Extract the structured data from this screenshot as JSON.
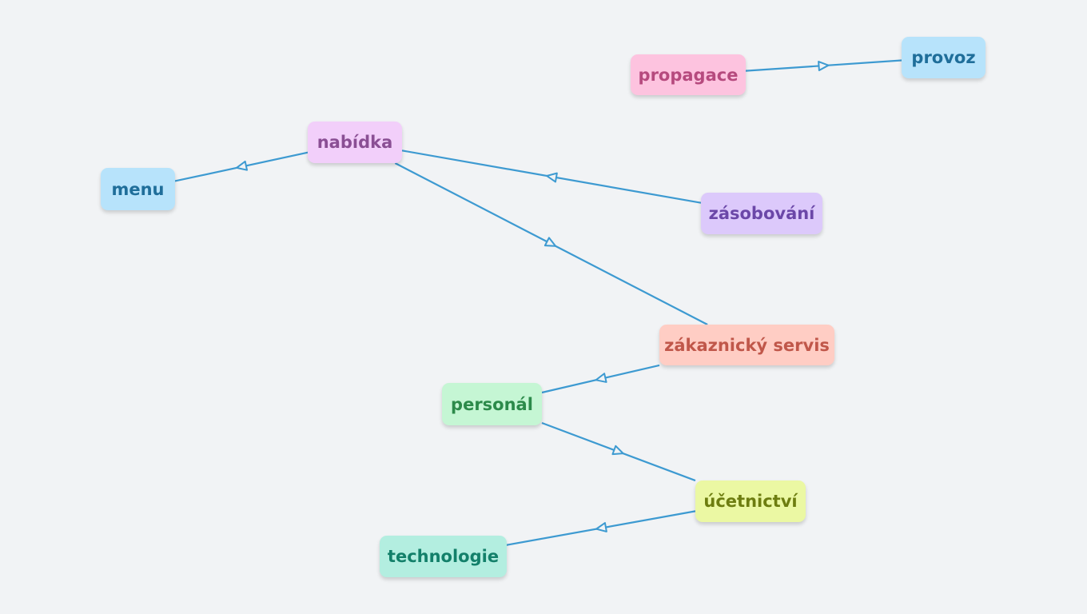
{
  "nodes": {
    "propagace": {
      "label": "propagace",
      "bg": "#fdc3df",
      "fg": "#b64a7e"
    },
    "provoz": {
      "label": "provoz",
      "bg": "#b7e3fb",
      "fg": "#1f6e9a"
    },
    "nabidka": {
      "label": "nabídka",
      "bg": "#f2cffa",
      "fg": "#8a4f94"
    },
    "menu": {
      "label": "menu",
      "bg": "#b7e3fb",
      "fg": "#1f6e9a"
    },
    "zasobovani": {
      "label": "zásobování",
      "bg": "#dcc9fb",
      "fg": "#6b47a8"
    },
    "zakaznicky": {
      "label": "zákaznický servis",
      "bg": "#ffcdc4",
      "fg": "#c0574a"
    },
    "personal": {
      "label": "personál",
      "bg": "#c5f6d4",
      "fg": "#2c8a4a"
    },
    "ucetnictvi": {
      "label": "účetnictví",
      "bg": "#ebf8a3",
      "fg": "#6d7d10"
    },
    "technologie": {
      "label": "technologie",
      "bg": "#b3eee0",
      "fg": "#13806a"
    }
  },
  "edges": [
    {
      "from": "propagace",
      "to": "provoz"
    },
    {
      "from": "nabidka",
      "to": "menu"
    },
    {
      "from": "zasobovani",
      "to": "nabidka"
    },
    {
      "from": "nabidka",
      "to": "zakaznicky"
    },
    {
      "from": "zakaznicky",
      "to": "personal"
    },
    {
      "from": "personal",
      "to": "ucetnictvi"
    },
    {
      "from": "ucetnictvi",
      "to": "technologie"
    }
  ],
  "colors": {
    "edge": "#3d9ad1",
    "background": "#f1f3f5"
  }
}
